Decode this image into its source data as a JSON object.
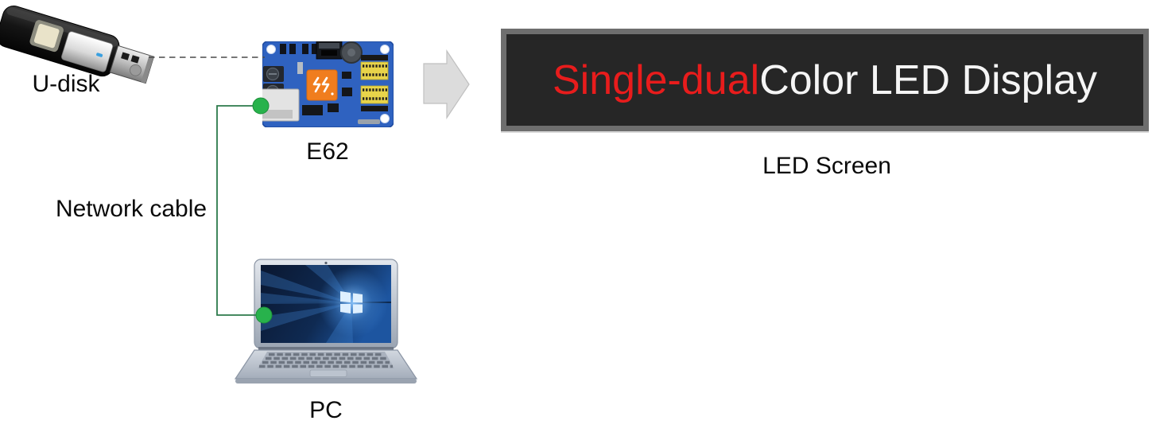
{
  "diagram": {
    "nodes": {
      "udisk": {
        "label": "U-disk"
      },
      "controller": {
        "label": "E62"
      },
      "pc": {
        "label": "PC"
      },
      "led_screen": {
        "label": "LED Screen"
      }
    },
    "connections": {
      "network_cable": {
        "label": "Network cable"
      }
    },
    "led_display": {
      "text_red": "Single-dual",
      "text_white": "Color LED Display"
    },
    "colors": {
      "led_text_red": "#e81c1c",
      "led_text_white": "#f5f5f5",
      "led_bg": "#262626",
      "led_frame": "#6e6e6e",
      "cable_green_line": "#2c7a4b",
      "connector_dot_green": "#28b24c",
      "board_blue": "#2f62c0",
      "chip_orange": "#f07d1e",
      "arrow_fill": "#dcdcdc"
    }
  }
}
